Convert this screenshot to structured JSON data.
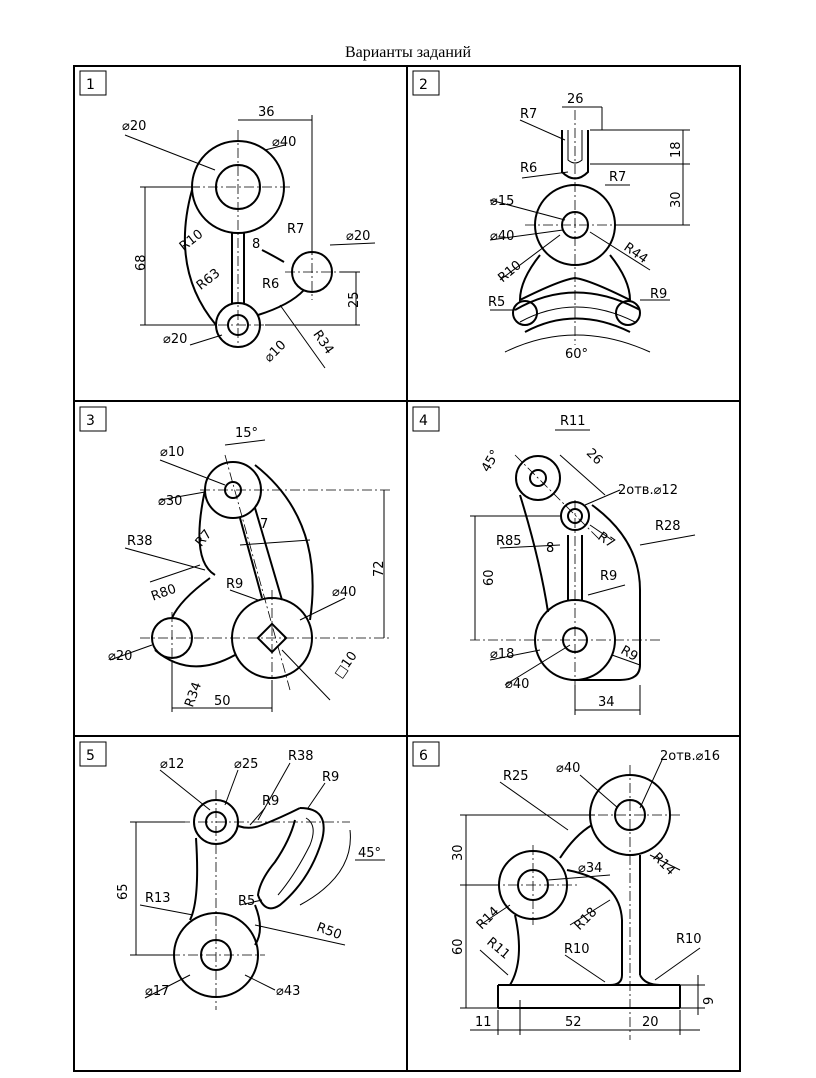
{
  "title": "Варианты заданий",
  "variants": [
    {
      "number": "1",
      "dims": [
        "⌀20",
        "36",
        "⌀40",
        "68",
        "R10",
        "8",
        "R7",
        "⌀20",
        "R63",
        "R6",
        "25",
        "⌀20",
        "⌀10",
        "R34"
      ]
    },
    {
      "number": "2",
      "dims": [
        "26",
        "R7",
        "18",
        "R6",
        "R7",
        "30",
        "⌀15",
        "⌀40",
        "R44",
        "R10",
        "R5",
        "R9",
        "60°"
      ]
    },
    {
      "number": "3",
      "dims": [
        "15°",
        "⌀10",
        "⌀30",
        "7",
        "R38",
        "R7",
        "72",
        "R80",
        "R9",
        "⌀40",
        "⌀20",
        "□10",
        "R34",
        "50"
      ]
    },
    {
      "number": "4",
      "dims": [
        "R11",
        "45°",
        "26",
        "2отв.⌀12",
        "R85",
        "R7",
        "R28",
        "60",
        "8",
        "R9",
        "⌀18",
        "R9",
        "⌀40",
        "34"
      ]
    },
    {
      "number": "5",
      "dims": [
        "⌀12",
        "⌀25",
        "R38",
        "R9",
        "R9",
        "45°",
        "65",
        "R13",
        "R5",
        "R50",
        "⌀17",
        "⌀43"
      ]
    },
    {
      "number": "6",
      "dims": [
        "R25",
        "⌀40",
        "2отв.⌀16",
        "30",
        "⌀34",
        "R14",
        "R14",
        "R18",
        "60",
        "R11",
        "R10",
        "R10",
        "9",
        "11",
        "52",
        "20"
      ]
    }
  ]
}
